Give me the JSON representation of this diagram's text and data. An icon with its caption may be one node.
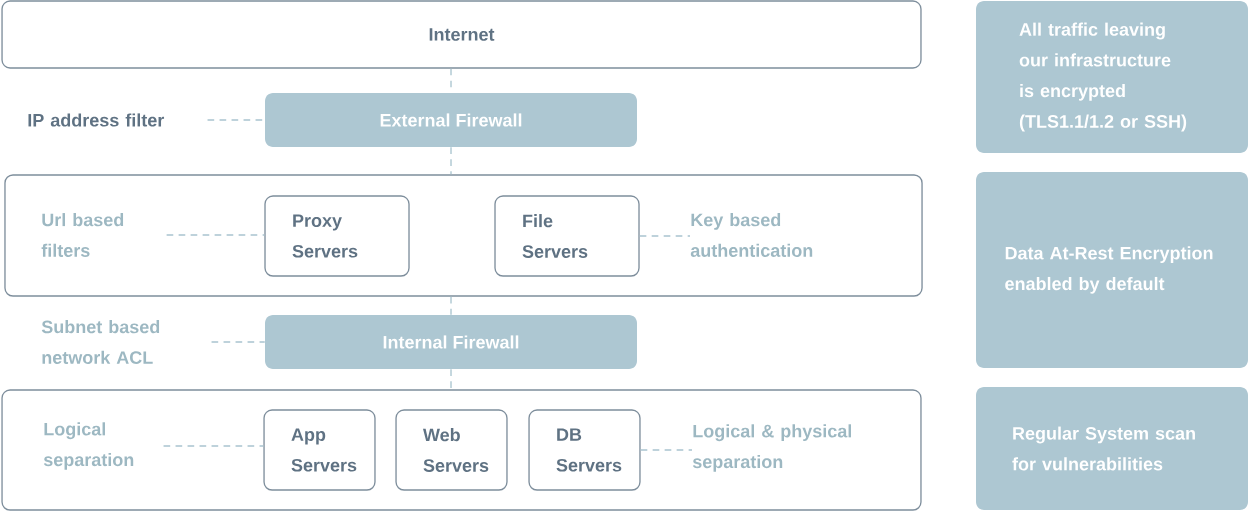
{
  "diagram": {
    "nodes": [
      {
        "text": [
          "Internet"
        ]
      },
      {
        "text": [
          "IP address filter"
        ]
      },
      {
        "text": [
          "External Firewall"
        ]
      },
      {
        "text": [],
        "shape": "box"
      },
      {
        "text": [
          "Url based filters"
        ],
        "in": 3
      },
      {
        "text": [
          "Proxy Servers"
        ],
        "in": 3
      },
      {
        "text": [
          "File Servers"
        ],
        "in": 3
      },
      {
        "text": [
          "Key based authentication"
        ],
        "in": 3
      },
      {
        "text": [
          "Subnet based network ACL"
        ]
      },
      {
        "text": [
          "Internal Firewall"
        ]
      },
      {
        "text": [],
        "shape": "box"
      },
      {
        "text": [
          "Logical separation"
        ],
        "in": 10
      },
      {
        "text": [
          "App Servers"
        ],
        "in": 10
      },
      {
        "text": [
          "Web Servers"
        ],
        "in": 10
      },
      {
        "text": [
          "DB Servers"
        ],
        "in": 10
      },
      {
        "text": [
          "Logical & physical separation"
        ],
        "in": 10
      },
      {
        "text": [
          "All traffic leaving our infrastructure is encrypted (TLS1.1/1.2 or SSH)"
        ]
      },
      {
        "text": [
          "Data At-Rest Encryption enabled by default"
        ]
      },
      {
        "text": [
          "Regular System scan for vulnerabilities"
        ]
      }
    ],
    "edges": [
      {
        "from": 0,
        "to": 2,
        "arrow": "none",
        "style": "dashed"
      },
      {
        "from": 1,
        "to": 2,
        "arrow": "none",
        "style": "dashed"
      },
      {
        "from": 2,
        "to": 3,
        "arrow": "none",
        "style": "dashed"
      },
      {
        "from": 4,
        "to": 5,
        "arrow": "none",
        "style": "dashed"
      },
      {
        "from": 6,
        "to": 7,
        "arrow": "none",
        "style": "dashed"
      },
      {
        "from": 3,
        "to": 9,
        "arrow": "none",
        "style": "dashed"
      },
      {
        "from": 8,
        "to": 9,
        "arrow": "none",
        "style": "dashed"
      },
      {
        "from": 9,
        "to": 10,
        "arrow": "none",
        "style": "dashed"
      },
      {
        "from": 11,
        "to": 12,
        "arrow": "none",
        "style": "dashed"
      },
      {
        "from": 14,
        "to": 15,
        "arrow": "none",
        "style": "dashed"
      }
    ]
  }
}
